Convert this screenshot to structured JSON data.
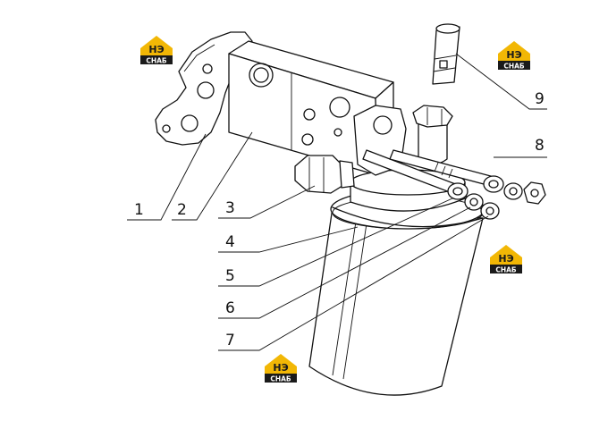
{
  "watermark": {
    "mark": "НЭ",
    "caption": "СНАБ",
    "accent": "#f2b705",
    "dark": "#1a1a1a"
  },
  "callouts": [
    "1",
    "2",
    "3",
    "4",
    "5",
    "6",
    "7",
    "8",
    "9"
  ]
}
